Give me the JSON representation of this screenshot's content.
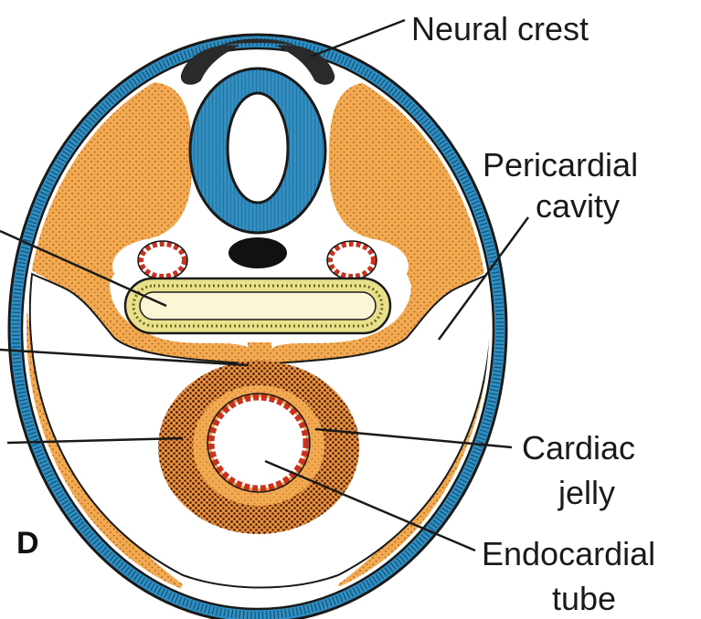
{
  "panel_letter": "D",
  "labels": {
    "neural_crest": "Neural crest",
    "pericardial_line1": "Pericardial",
    "pericardial_line2": "cavity",
    "cardiac_line1": "Cardiac",
    "cardiac_line2": "jelly",
    "endocardial_line1": "Endocardial",
    "endocardial_line2": "tube"
  },
  "colors": {
    "ectoderm": "#2f8fc4",
    "mesoderm": "#f2a94f",
    "endoderm": "#e8e08a",
    "myocardium_dots": "#5a2a10",
    "endocardium": "#c8321e",
    "outline": "#1a1a1a"
  }
}
